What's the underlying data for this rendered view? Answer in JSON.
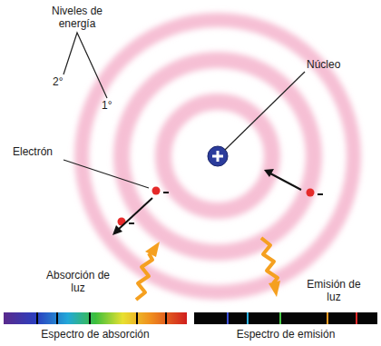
{
  "diagram": {
    "labels": [
      "Niveles de energía",
      "2°",
      "1°",
      "Núcleo",
      "Electrón",
      "Absorción de luz",
      "Emisión de luz",
      "Espectro de absorción",
      "Espectro de emisión"
    ]
  }
}
